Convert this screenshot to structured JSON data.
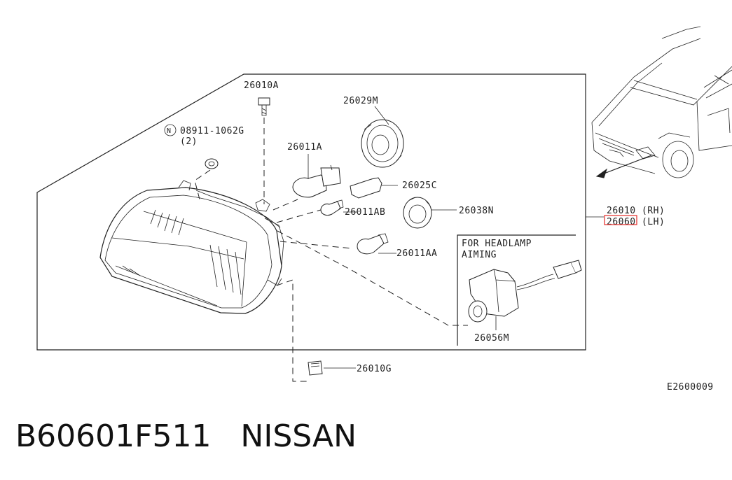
{
  "parts": {
    "bolt": "26010A",
    "nut": "08911-1062G",
    "nut_symbol": "N",
    "nut_qty": "(2)",
    "cap": "26029M",
    "bulb_main": "26011A",
    "socket": "26025C",
    "bulb_side": "26011AB",
    "socket_ring": "26038N",
    "bulb_turn": "26011AA",
    "aiming_note_line1": "FOR HEADLAMP",
    "aiming_note_line2": "AIMING",
    "actuator": "26056M",
    "clip": "26010G",
    "assembly_rh": "26010 (RH)",
    "assembly_lh": "26060 (LH)"
  },
  "diagram_code": "E2600009",
  "caption": {
    "part_number": "B60601F511",
    "brand": "NISSAN"
  },
  "highlight_color": "#e53935"
}
